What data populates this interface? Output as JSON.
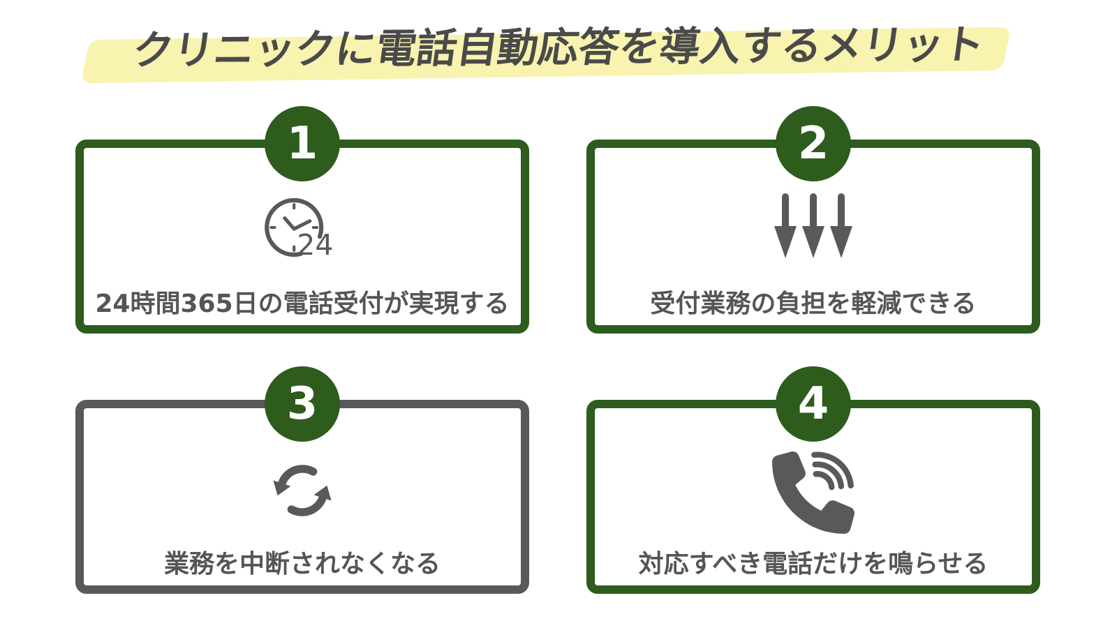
{
  "title": {
    "text": "クリニックに電話自動応答を導入するメリット",
    "highlight_color": "#f8f3af",
    "text_color": "#4a4a4a"
  },
  "colors": {
    "accent_green": "#2d5c1d",
    "icon_gray": "#595959",
    "label_gray": "#555555",
    "background": "#ffffff"
  },
  "cards": [
    {
      "number": "1",
      "label": "24時間365日の電話受付が実現する",
      "icon": "clock-24-icon",
      "icon_text": "24",
      "border_color": "#2d5c1d"
    },
    {
      "number": "2",
      "label": "受付業務の負担を軽減できる",
      "icon": "triple-down-arrows-icon",
      "border_color": "#2d5c1d"
    },
    {
      "number": "3",
      "label": "業務を中断されなくなる",
      "icon": "sync-arrows-icon",
      "border_color": "#595959"
    },
    {
      "number": "4",
      "label": "対応すべき電話だけを鳴らせる",
      "icon": "phone-ringing-icon",
      "border_color": "#2d5c1d"
    }
  ]
}
